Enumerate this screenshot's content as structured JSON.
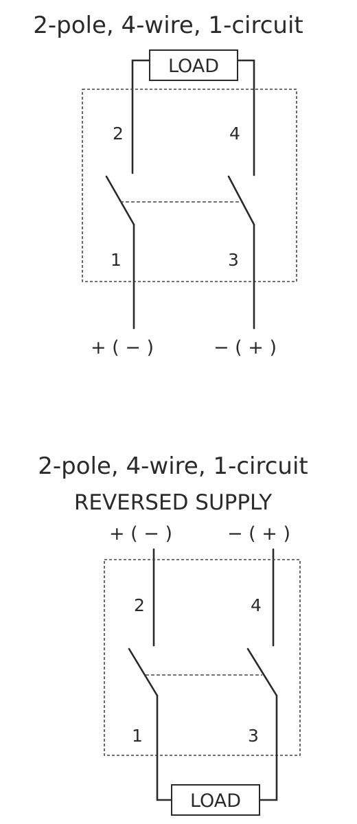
{
  "diagram_top": {
    "title": "2-pole, 4-wire, 1-circuit",
    "load_label": "LOAD",
    "terminals": {
      "t1": "1",
      "t2": "2",
      "t3": "3",
      "t4": "4"
    },
    "supply_left": "+ ( − )",
    "supply_right": "− ( + )"
  },
  "diagram_bottom": {
    "title": "2-pole, 4-wire, 1-circuit",
    "subtitle": "REVERSED SUPPLY",
    "load_label": "LOAD",
    "terminals": {
      "t1": "1",
      "t2": "2",
      "t3": "3",
      "t4": "4"
    },
    "supply_left": "+ ( − )",
    "supply_right": "− ( + )"
  }
}
